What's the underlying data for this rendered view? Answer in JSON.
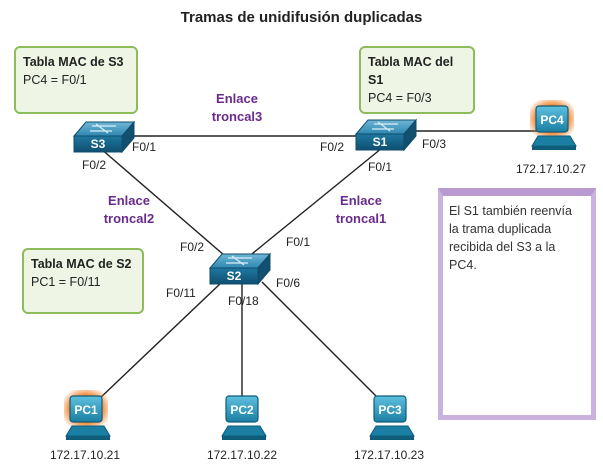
{
  "title": "Tramas de unidifusión duplicadas",
  "mac_tables": {
    "s3": {
      "title": "Tabla MAC de S3",
      "entry": "PC4 = F0/1"
    },
    "s1": {
      "title": "Tabla MAC del S1",
      "entry": "PC4 = F0/3"
    },
    "s2": {
      "title": "Tabla MAC de S2",
      "entry": "PC1 = F0/11"
    }
  },
  "switches": {
    "s1": "S1",
    "s2": "S2",
    "s3": "S3"
  },
  "pcs": {
    "pc1": {
      "label": "PC1",
      "ip": "172.17.10.21",
      "highlighted": true
    },
    "pc2": {
      "label": "PC2",
      "ip": "172.17.10.22",
      "highlighted": false
    },
    "pc3": {
      "label": "PC3",
      "ip": "172.17.10.23",
      "highlighted": false
    },
    "pc4": {
      "label": "PC4",
      "ip": "172.17.10.27",
      "highlighted": true
    }
  },
  "links": {
    "trunk3": "Enlace troncal3",
    "trunk2": "Enlace troncal2",
    "trunk1": "Enlace troncal1"
  },
  "ports": {
    "s3_f01": "F0/1",
    "s3_f02": "F0/2",
    "s1_f02": "F0/2",
    "s1_f01": "F0/1",
    "s1_f03": "F0/3",
    "s2_f02": "F0/2",
    "s2_f01": "F0/1",
    "s2_f011": "F0/11",
    "s2_f018": "F0/18",
    "s2_f06": "F0/6"
  },
  "note": "El S1 también reenvía la trama duplicada recibida del S3 a la PC4.",
  "colors": {
    "switch_blue": "#1e6f97",
    "pc_teal": "#1b86a6",
    "highlight_orange": "#f07a1a",
    "link_purple": "#6a2c8c",
    "mac_box_green": "#8cbc5c"
  }
}
